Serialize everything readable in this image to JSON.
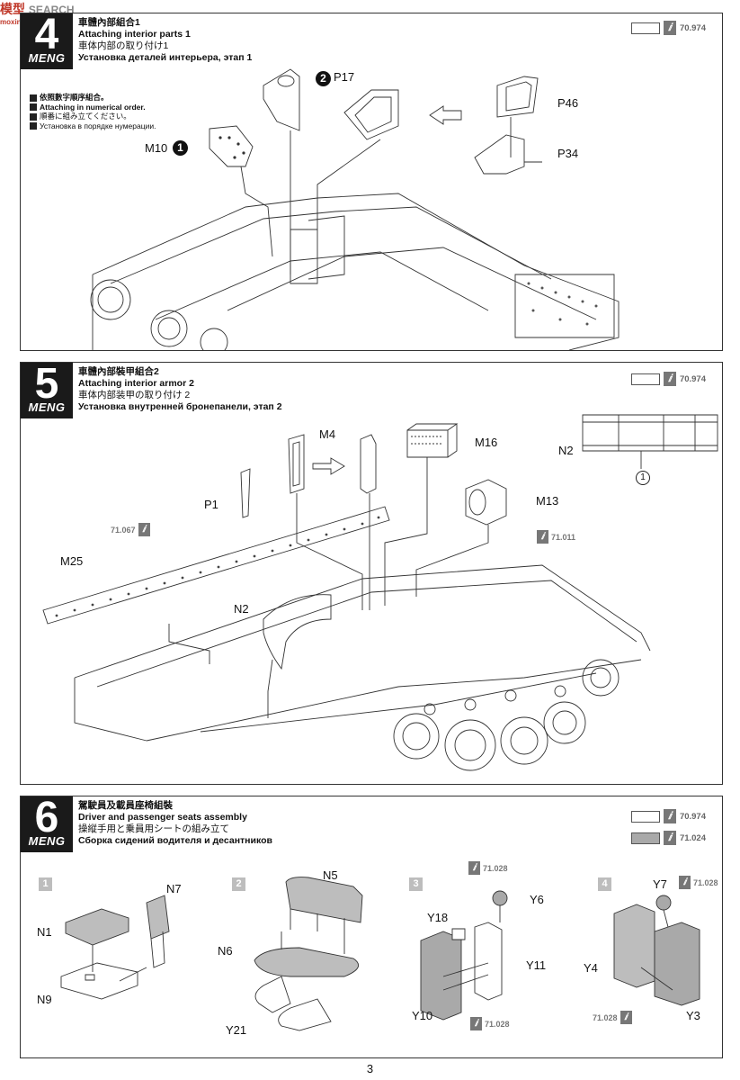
{
  "watermark": {
    "brand": "模型",
    "sub": "moxingrun.com",
    "tail": "SEARCH"
  },
  "steps": [
    {
      "number": "4",
      "logo": "MENG",
      "title_cn": "車體內部組合1",
      "title_en": "Attaching interior parts 1",
      "title_jp": "車体内部の取り付け1",
      "title_ru": "Установка деталей интерьера, этап 1",
      "legend": [
        {
          "code": "70.974",
          "swatch": "white"
        }
      ],
      "order_note": [
        "依照數字順序組合。",
        "Attaching in numerical order.",
        "順番に組み立てください。",
        "Установка в порядке нумерации."
      ],
      "parts": [
        "P17",
        "P46",
        "P34",
        "M10"
      ],
      "order_marks": [
        "1",
        "2"
      ]
    },
    {
      "number": "5",
      "logo": "MENG",
      "title_cn": "車體內部裝甲組合2",
      "title_en": "Attaching interior armor 2",
      "title_jp": "車体内部装甲の取り付け 2",
      "title_ru": "Установка внутренней бронепанели, этап 2",
      "legend": [
        {
          "code": "70.974",
          "swatch": "white"
        }
      ],
      "parts": [
        "M4",
        "M16",
        "N2",
        "P1",
        "M13",
        "M25",
        "N2"
      ],
      "paint_tags": [
        "71.067",
        "71.011"
      ],
      "detail_mark": "1"
    },
    {
      "number": "6",
      "logo": "MENG",
      "title_cn": "駕駛員及載員座椅組裝",
      "title_en": "Driver and passenger seats assembly",
      "title_jp": "操縦手用と乗員用シートの組み立て",
      "title_ru": "Сборка сидений водителя и десантников",
      "legend": [
        {
          "code": "70.974",
          "swatch": "white"
        },
        {
          "code": "71.024",
          "swatch": "gray"
        }
      ],
      "substeps": [
        "1",
        "2",
        "3",
        "4"
      ],
      "parts": [
        "N7",
        "N1",
        "N9",
        "N5",
        "N6",
        "Y21",
        "Y6",
        "Y18",
        "Y11",
        "Y10",
        "Y7",
        "Y4",
        "Y3"
      ],
      "paint_tags": [
        "71.028",
        "71.028",
        "71.028",
        "71.028"
      ]
    }
  ],
  "page_number": "3",
  "colors": {
    "badge": "#1a1a1a",
    "paint_text": "#777777",
    "gray_swatch": "#a9a9a9"
  }
}
